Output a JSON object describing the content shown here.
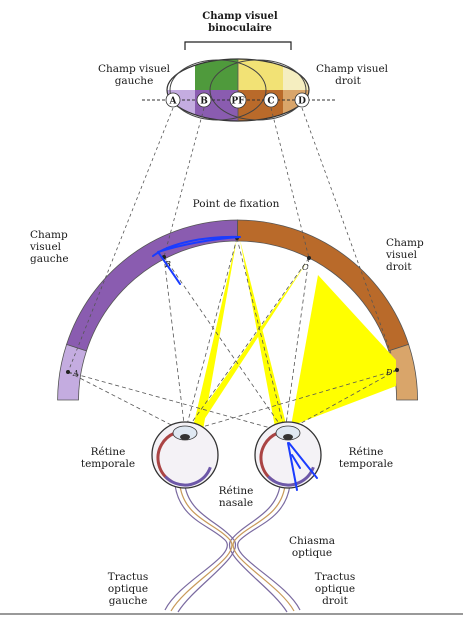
{
  "labels": {
    "binocular": [
      "Champ visuel",
      "binoculaire"
    ],
    "left_field_top": [
      "Champ visuel",
      "gauche"
    ],
    "right_field_top": [
      "Champ visuel",
      "droit"
    ],
    "fixation_point": "Point de fixation",
    "left_field_side": [
      "Champ",
      "visuel",
      "gauche"
    ],
    "right_field_side": [
      "Champ",
      "visuel",
      "droit"
    ],
    "temporal_retina_left": [
      "Rétine",
      "temporale"
    ],
    "temporal_retina_right": [
      "Rétine",
      "temporale"
    ],
    "nasal_retina": [
      "Rétine",
      "nasale"
    ],
    "chiasma": [
      "Chiasma",
      "optique"
    ],
    "tract_left": [
      "Tractus",
      "optique",
      "gauche"
    ],
    "tract_right": [
      "Tractus",
      "optique",
      "droit"
    ]
  },
  "points_top": [
    "A",
    "B",
    "PF",
    "C",
    "D"
  ],
  "points_arc": [
    "A",
    "B",
    "C",
    "D"
  ],
  "colors": {
    "green": "#4f9a3c",
    "purple": "#8a5cb0",
    "light_purple": "#c4ace0",
    "yellow": "#f2e275",
    "brown": "#b96a2a",
    "light_brown": "#d9a56a",
    "highlight": "#ffff00",
    "annotation": "#1a3cff"
  }
}
